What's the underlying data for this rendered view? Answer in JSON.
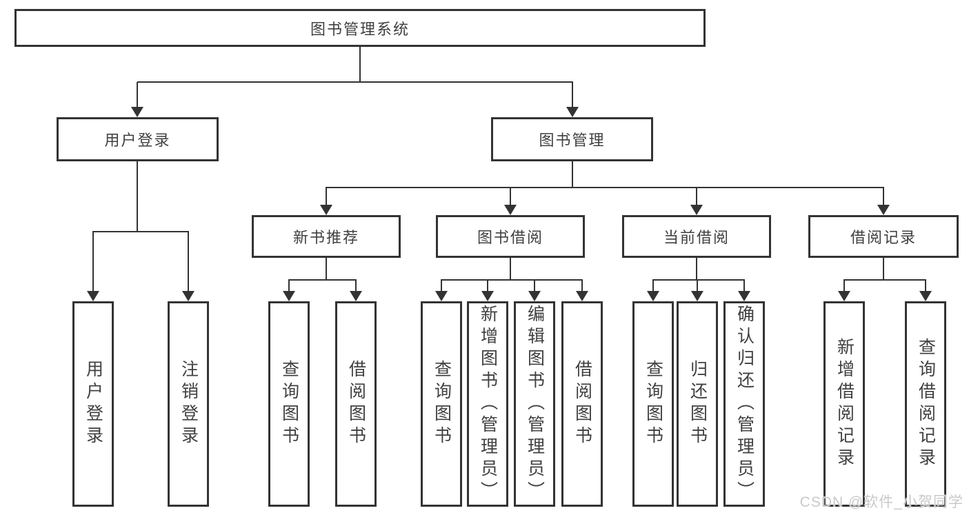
{
  "diagram": {
    "root": {
      "label": "图书管理系统"
    },
    "branches": {
      "user_login": {
        "label": "用户登录",
        "children": [
          "用户登录",
          "注销登录"
        ]
      },
      "book_management": {
        "label": "图书管理",
        "sections": {
          "new_book_recommend": {
            "label": "新书推荐",
            "children": [
              "查询图书",
              "借阅图书"
            ]
          },
          "book_borrow": {
            "label": "图书借阅",
            "children": [
              "查询图书",
              "新增图书（管理员）",
              "编辑图书（管理员）",
              "借阅图书"
            ]
          },
          "current_borrow": {
            "label": "当前借阅",
            "children": [
              "查询图书",
              "归还图书",
              "确认归还（管理员）"
            ]
          },
          "borrow_records": {
            "label": "借阅记录",
            "children": [
              "新增借阅记录",
              "查询借阅记录"
            ]
          }
        }
      }
    }
  },
  "watermark": "CSDN @软件_小贺同学",
  "colors": {
    "line": "#333333",
    "text": "#404040",
    "box_background": "#ffffff",
    "watermark_text": "#c9c9c9"
  }
}
